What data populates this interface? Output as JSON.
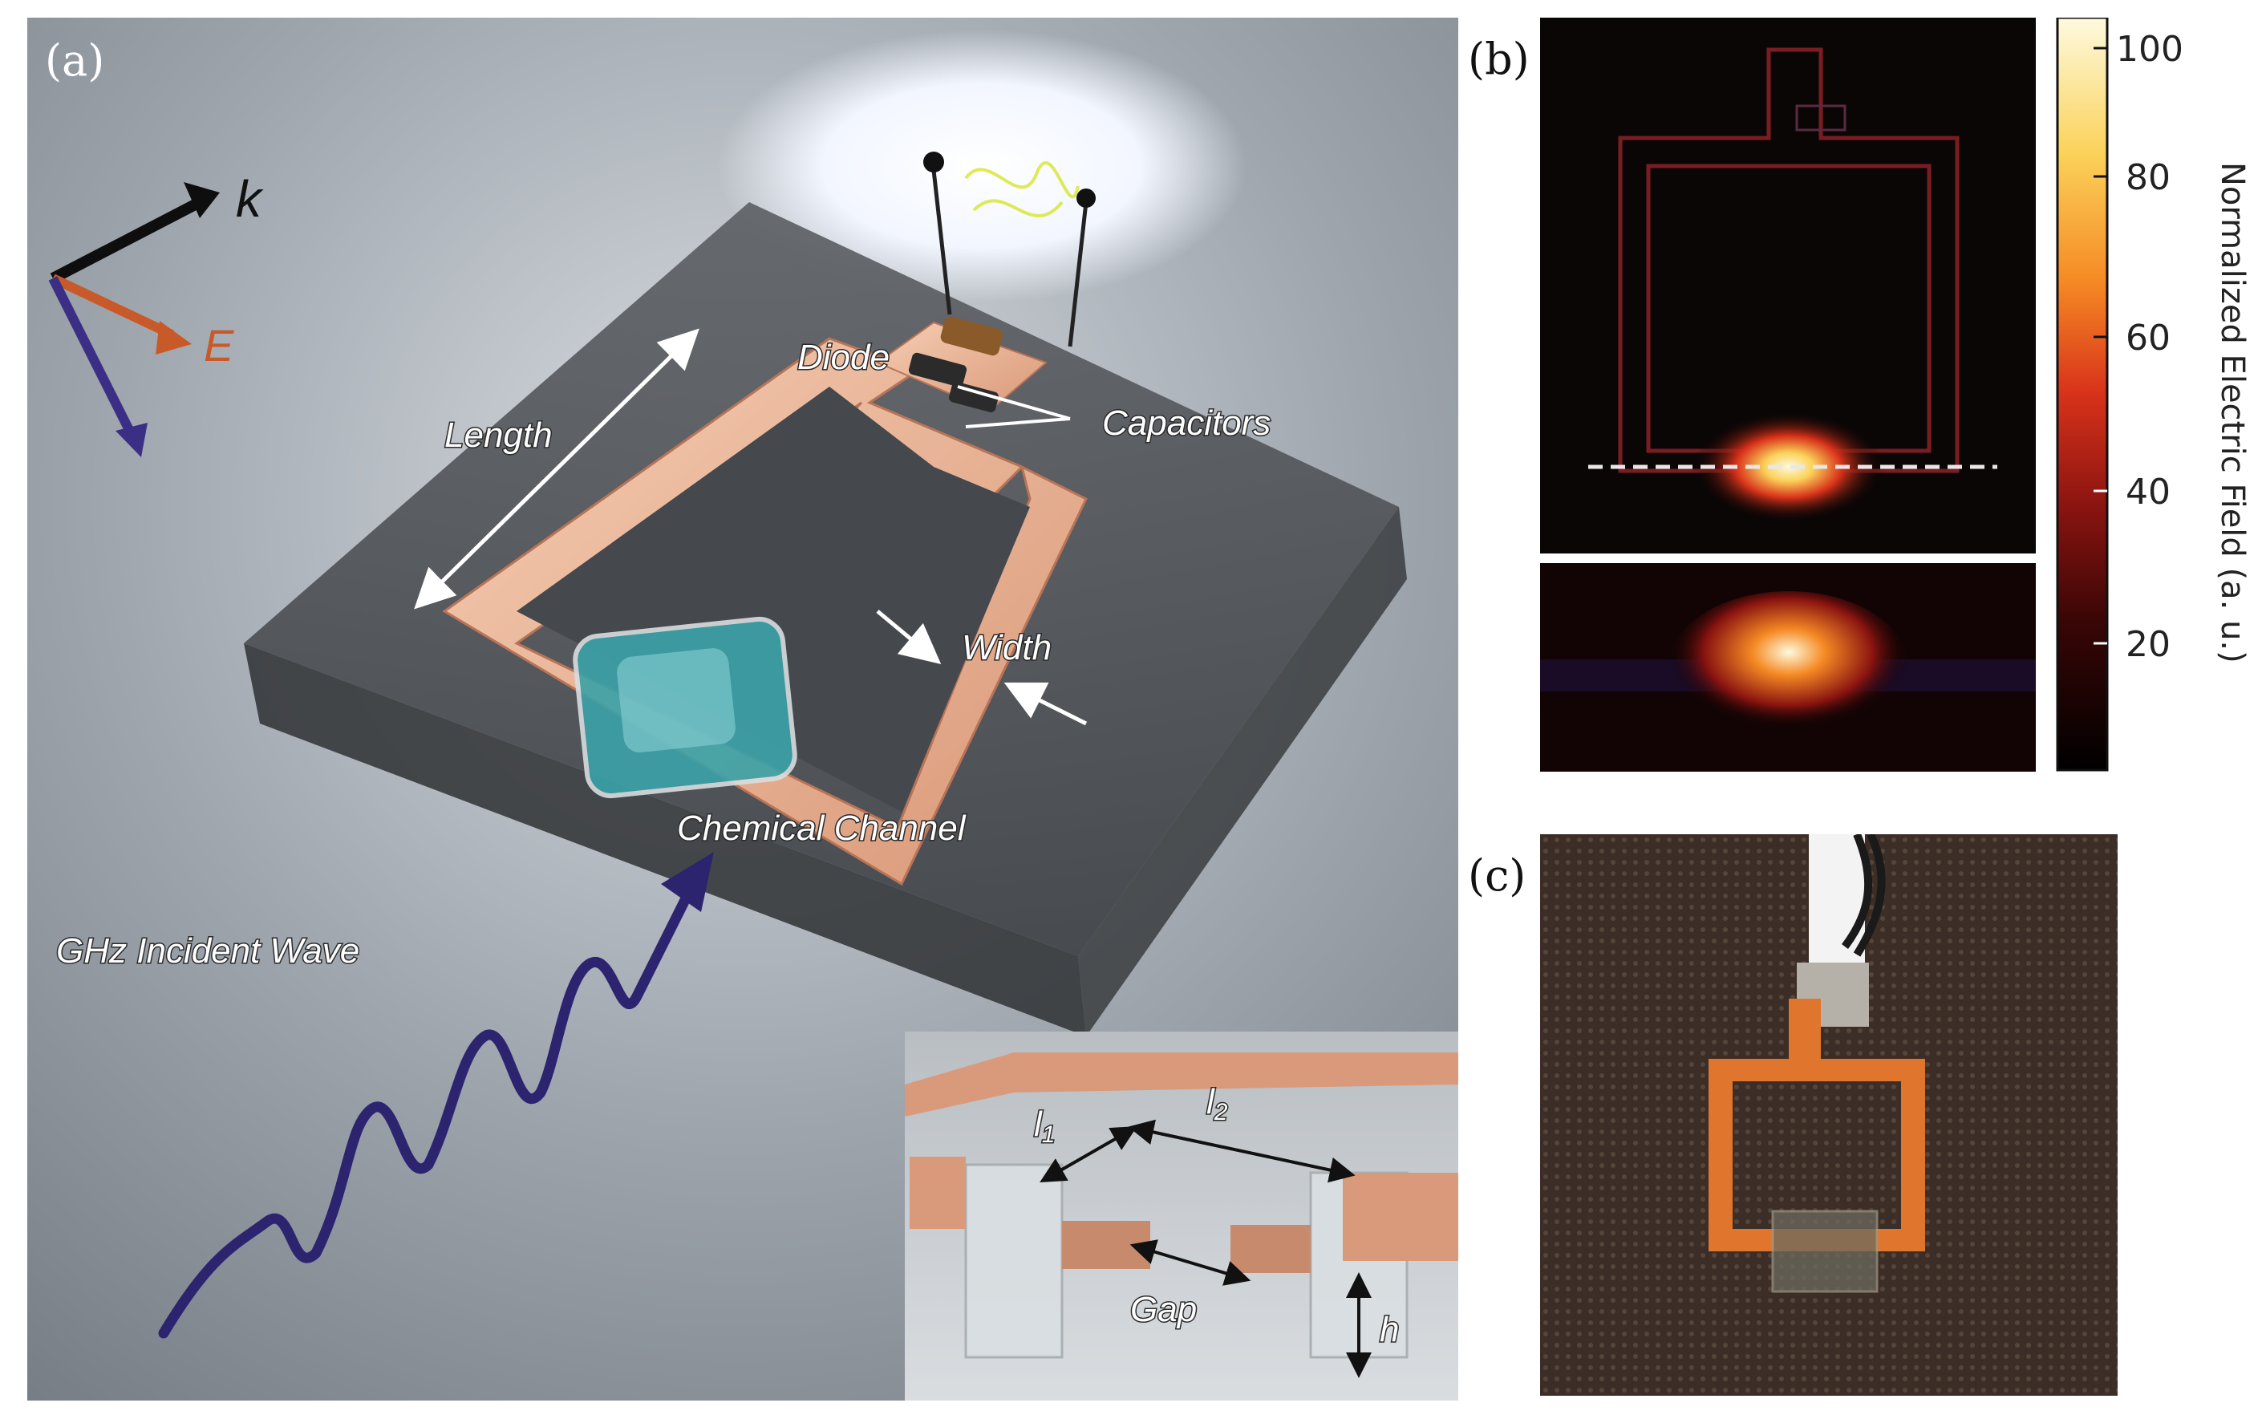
{
  "panel_a": {
    "label": "(a)",
    "axes": {
      "k": "k",
      "e": "E"
    },
    "labels": {
      "diode": "Diode",
      "capacitors": "Capacitors",
      "length": "Length",
      "width": "Width",
      "chemical_channel": "Chemical Channel",
      "incident_wave": "GHz Incident Wave"
    },
    "inset": {
      "l1": "l",
      "l1_sub": "1",
      "l2": "l",
      "l2_sub": "2",
      "gap": "Gap",
      "h": "h"
    }
  },
  "panel_b": {
    "label": "(b)",
    "colorbar": {
      "title": "Normalized Electric Field (a. u.)",
      "ticks": [
        "100",
        "80",
        "60",
        "40",
        "20"
      ],
      "colors": [
        "#000000",
        "#3a0606",
        "#8a1410",
        "#d8321a",
        "#f58a24",
        "#fbd25a",
        "#fefadf"
      ]
    }
  },
  "panel_c": {
    "label": "(c)"
  }
}
